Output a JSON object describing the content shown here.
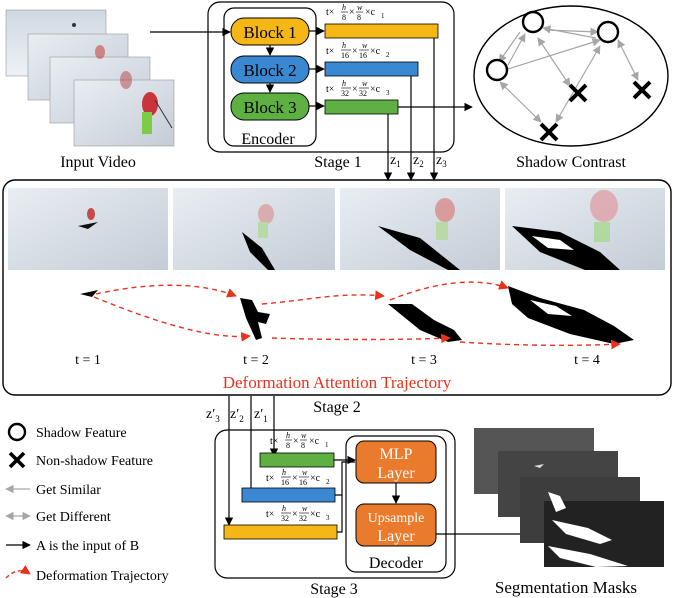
{
  "stage1": {
    "input_video_label": "Input Video",
    "encoder_label": "Encoder",
    "stage_label": "Stage 1",
    "blocks": [
      "Block 1",
      "Block 2",
      "Block 3"
    ],
    "features": [
      {
        "t": "t×",
        "hn": "h",
        "hd": "8",
        "wn": "w",
        "wd": "8",
        "c": "×c",
        "sub": "1"
      },
      {
        "t": "t×",
        "hn": "h",
        "hd": "16",
        "wn": "w",
        "wd": "16",
        "c": "×c",
        "sub": "2"
      },
      {
        "t": "t×",
        "hn": "h",
        "hd": "32",
        "wn": "w",
        "wd": "32",
        "c": "×c",
        "sub": "3"
      }
    ],
    "z_labels": [
      {
        "z": "z",
        "sub": "1"
      },
      {
        "z": "z",
        "sub": "2"
      },
      {
        "z": "z",
        "sub": "3"
      }
    ],
    "shadow_contrast_label": "Shadow Contrast"
  },
  "stage2": {
    "time_labels": [
      "t = 1",
      "t = 2",
      "t = 3",
      "t = 4"
    ],
    "title": "Deformation Attention Trajectory",
    "stage_label": "Stage 2",
    "z_prime_labels": [
      {
        "z": "z′",
        "sub": "3"
      },
      {
        "z": "z′",
        "sub": "2"
      },
      {
        "z": "z′",
        "sub": "1"
      }
    ]
  },
  "stage3": {
    "mlp_label": [
      "MLP",
      "Layer"
    ],
    "upsample_label": [
      "Upsample",
      "Layer"
    ],
    "decoder_label": "Decoder",
    "stage_label": "Stage 3",
    "masks_label": "Segmentation Masks"
  },
  "legend": [
    {
      "icon": "circle-icon",
      "label": "Shadow Feature"
    },
    {
      "icon": "cross-icon",
      "label": "Non-shadow Feature"
    },
    {
      "icon": "gray-arrow-icon",
      "label": "Get Similar"
    },
    {
      "icon": "double-arrow-icon",
      "label": "Get Different"
    },
    {
      "icon": "black-arrow-icon",
      "label": "A is the input of B"
    },
    {
      "icon": "red-dashed-arrow-icon",
      "label": "Deformation Trajectory"
    }
  ],
  "colors": {
    "block1": "#f5b716",
    "block2": "#3a87d2",
    "block3": "#5fb043",
    "decoder_layer": "#ea7a2c",
    "trajectory": "#e8321c",
    "similar_arrow": "#a6a6a6"
  }
}
